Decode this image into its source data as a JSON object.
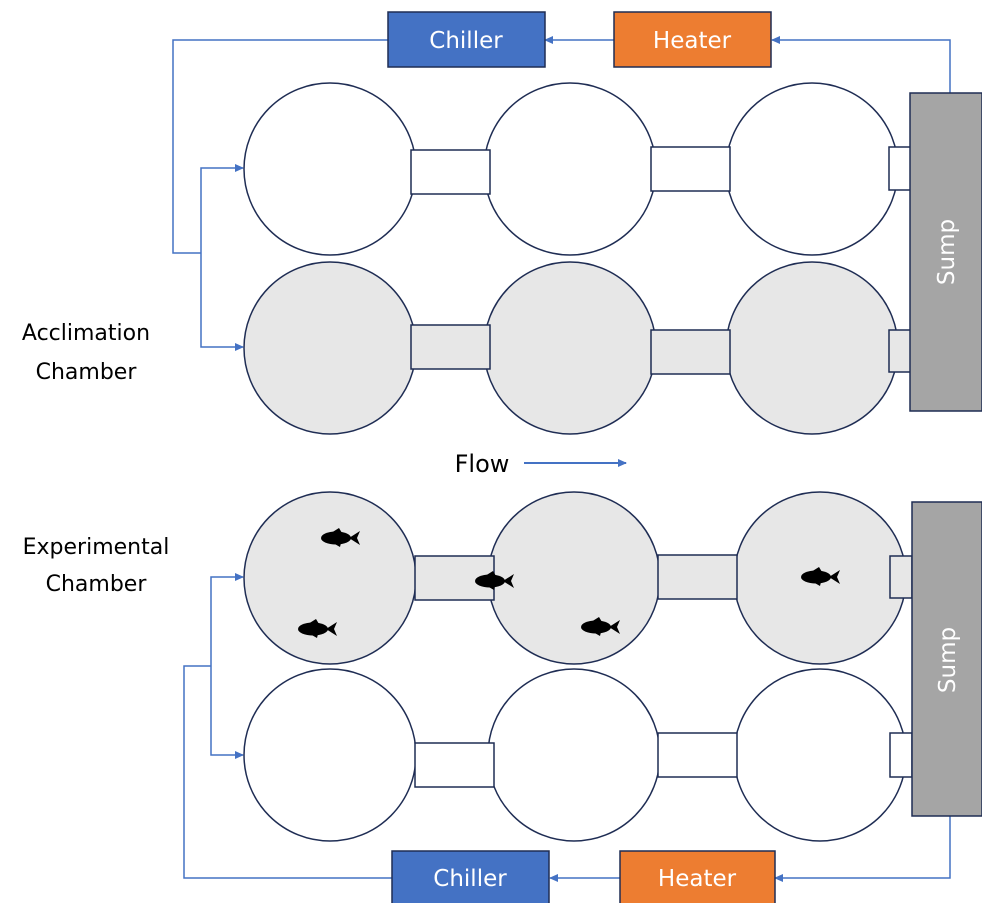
{
  "colors": {
    "outline": "#1f2d54",
    "pipe": "#4472c4",
    "chiller": "#4472c4",
    "heater": "#ed7d31",
    "sump": "#a5a5a5",
    "filled": "#e7e7e7",
    "fish": "#000000"
  },
  "acclimation": {
    "label_line1": "Acclimation",
    "label_line2": "Chamber",
    "chiller": "Chiller",
    "heater": "Heater",
    "sump": "Sump"
  },
  "flow": {
    "label": "Flow"
  },
  "experimental": {
    "label_line1": "Experimental",
    "label_line2": "Chamber",
    "chiller": "Chiller",
    "heater": "Heater",
    "sump": "Sump"
  }
}
